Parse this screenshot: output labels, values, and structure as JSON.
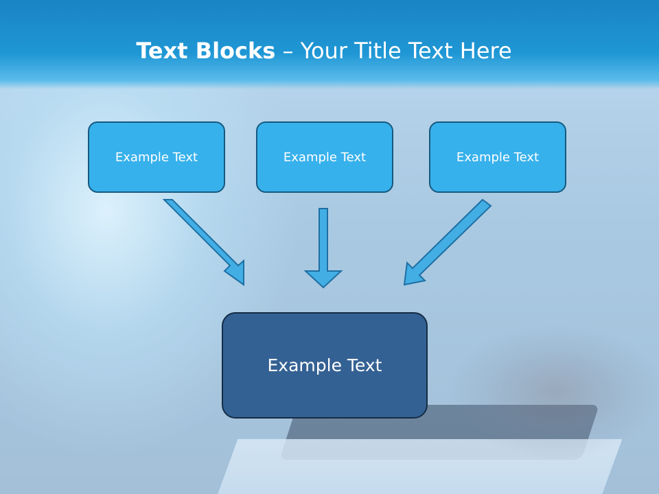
{
  "slide": {
    "title_bold": "Text Blocks",
    "title_dash": " – ",
    "title_rest": "Your Title Text Here"
  },
  "top_boxes": [
    {
      "label": "Example Text"
    },
    {
      "label": "Example Text"
    },
    {
      "label": "Example Text"
    }
  ],
  "bottom_box": {
    "label": "Example Text"
  },
  "colors": {
    "header": "#1f97d5",
    "top_box_fill": "#37b1ec",
    "top_box_border": "#15597f",
    "bottom_box_fill": "#346193",
    "arrow_fill": "#42aee4",
    "arrow_stroke": "#1d6fa3"
  },
  "icons": [
    "arrow-down-right-icon",
    "arrow-down-icon",
    "arrow-down-left-icon"
  ]
}
